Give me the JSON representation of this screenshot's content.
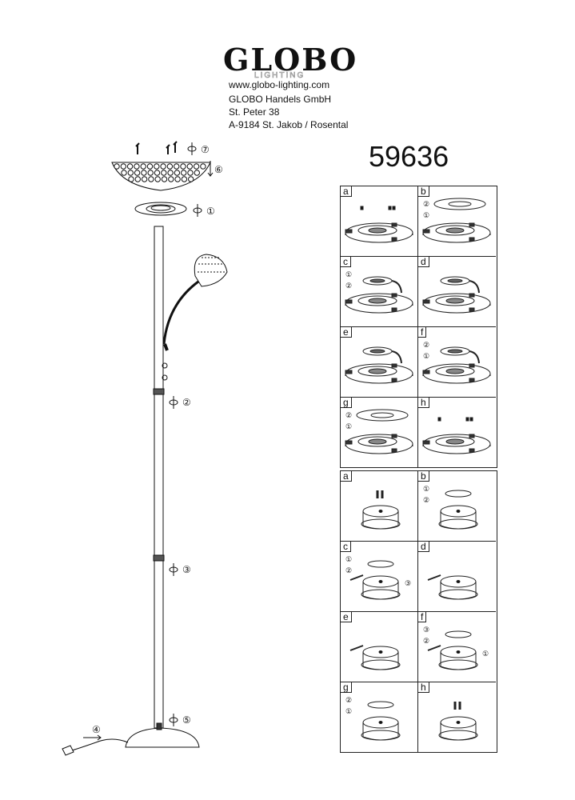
{
  "header": {
    "logo": "GLOBO",
    "logo_sub": "LIGHTING",
    "website": "www.globo-lighting.com",
    "company": "GLOBO Handels GmbH",
    "street": "St. Peter 38",
    "city": "A-9184 St. Jakob / Rosental",
    "model_number": "59636"
  },
  "lamp_steps": {
    "s7": "⑦",
    "s6": "⑥",
    "s1": "①",
    "s2": "②",
    "s3": "③",
    "s4": "④",
    "s5": "⑤"
  },
  "grid_top": {
    "panels": [
      {
        "label": "a",
        "marks": []
      },
      {
        "label": "b",
        "marks": [
          "②",
          "①"
        ]
      },
      {
        "label": "c",
        "marks": [
          "①",
          "②"
        ]
      },
      {
        "label": "d",
        "marks": []
      },
      {
        "label": "e",
        "marks": []
      },
      {
        "label": "f",
        "marks": [
          "②",
          "①"
        ]
      },
      {
        "label": "g",
        "marks": [
          "②",
          "①"
        ]
      },
      {
        "label": "h",
        "marks": []
      }
    ]
  },
  "grid_bottom": {
    "panels": [
      {
        "label": "a",
        "marks": []
      },
      {
        "label": "b",
        "marks": [
          "①",
          "②"
        ]
      },
      {
        "label": "c",
        "marks": [
          "①",
          "②",
          "③"
        ]
      },
      {
        "label": "d",
        "marks": []
      },
      {
        "label": "e",
        "marks": []
      },
      {
        "label": "f",
        "marks": [
          "③",
          "②",
          "①"
        ]
      },
      {
        "label": "g",
        "marks": [
          "②",
          "①"
        ]
      },
      {
        "label": "h",
        "marks": []
      }
    ]
  }
}
